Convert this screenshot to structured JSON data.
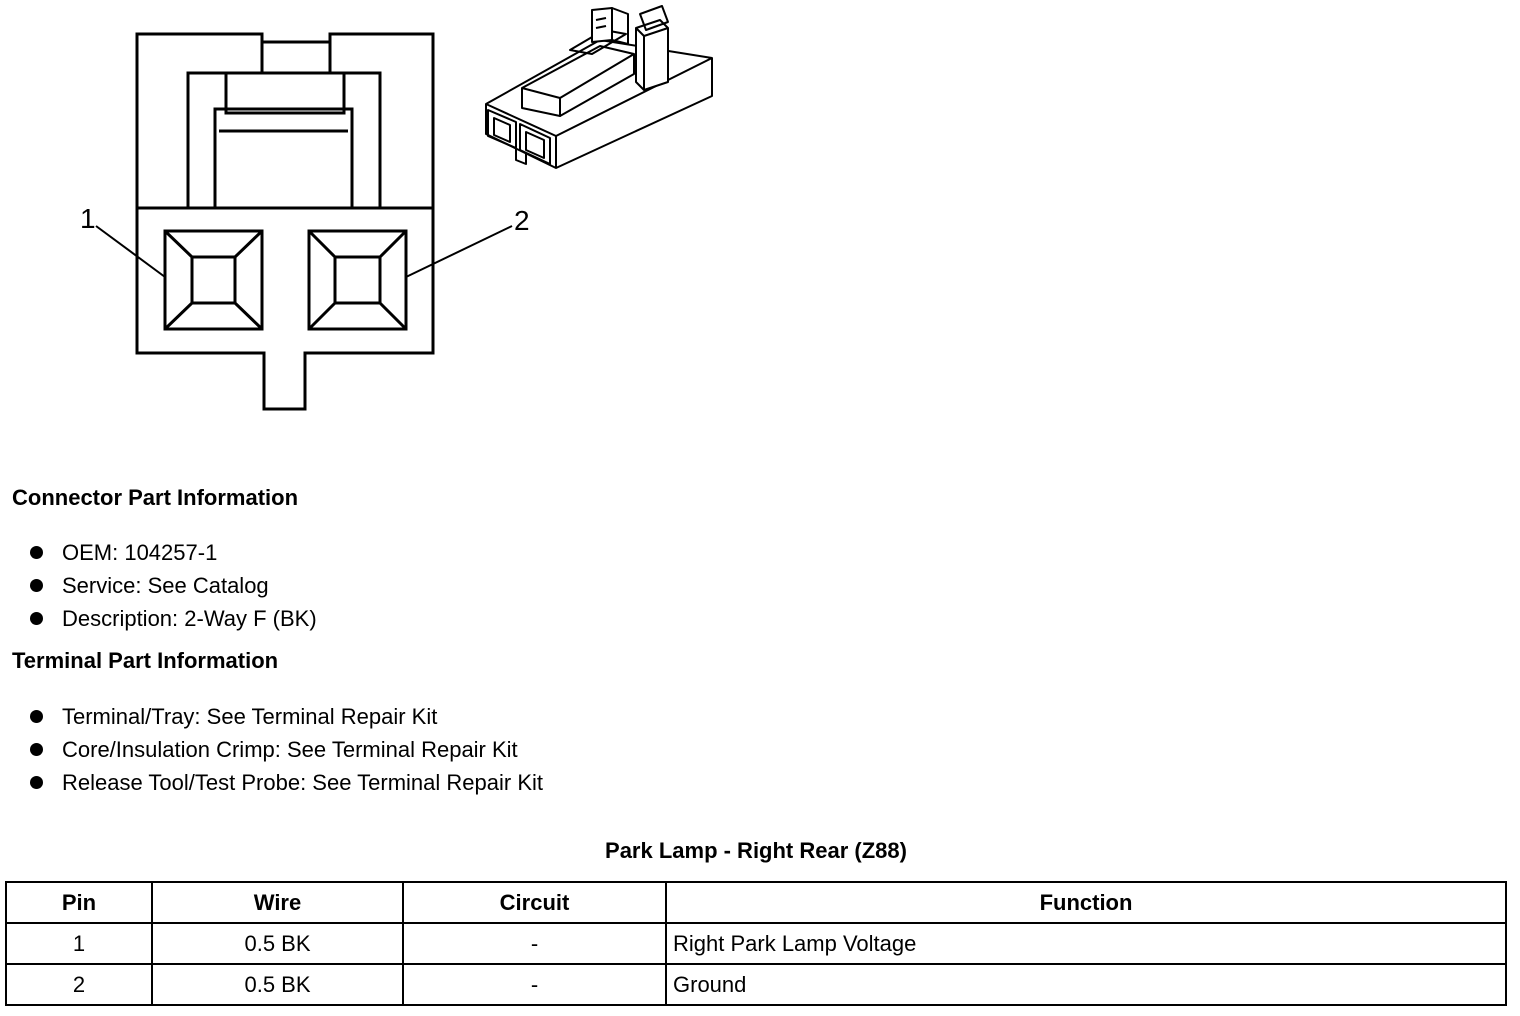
{
  "diagram": {
    "pin_labels": [
      "1",
      "2"
    ]
  },
  "connector_info": {
    "heading": "Connector Part Information",
    "items": [
      "OEM: 104257-1",
      "Service: See Catalog",
      "Description: 2-Way F (BK)"
    ]
  },
  "terminal_info": {
    "heading": "Terminal Part Information",
    "items": [
      "Terminal/Tray: See Terminal Repair Kit",
      "Core/Insulation Crimp: See Terminal Repair Kit",
      "Release Tool/Test Probe: See Terminal Repair Kit"
    ]
  },
  "pin_table": {
    "title": "Park Lamp - Right Rear (Z88)",
    "headers": [
      "Pin",
      "Wire",
      "Circuit",
      "Function"
    ],
    "rows": [
      [
        "1",
        "0.5 BK",
        "-",
        "Right Park Lamp Voltage"
      ],
      [
        "2",
        "0.5 BK",
        "-",
        "Ground"
      ]
    ]
  }
}
